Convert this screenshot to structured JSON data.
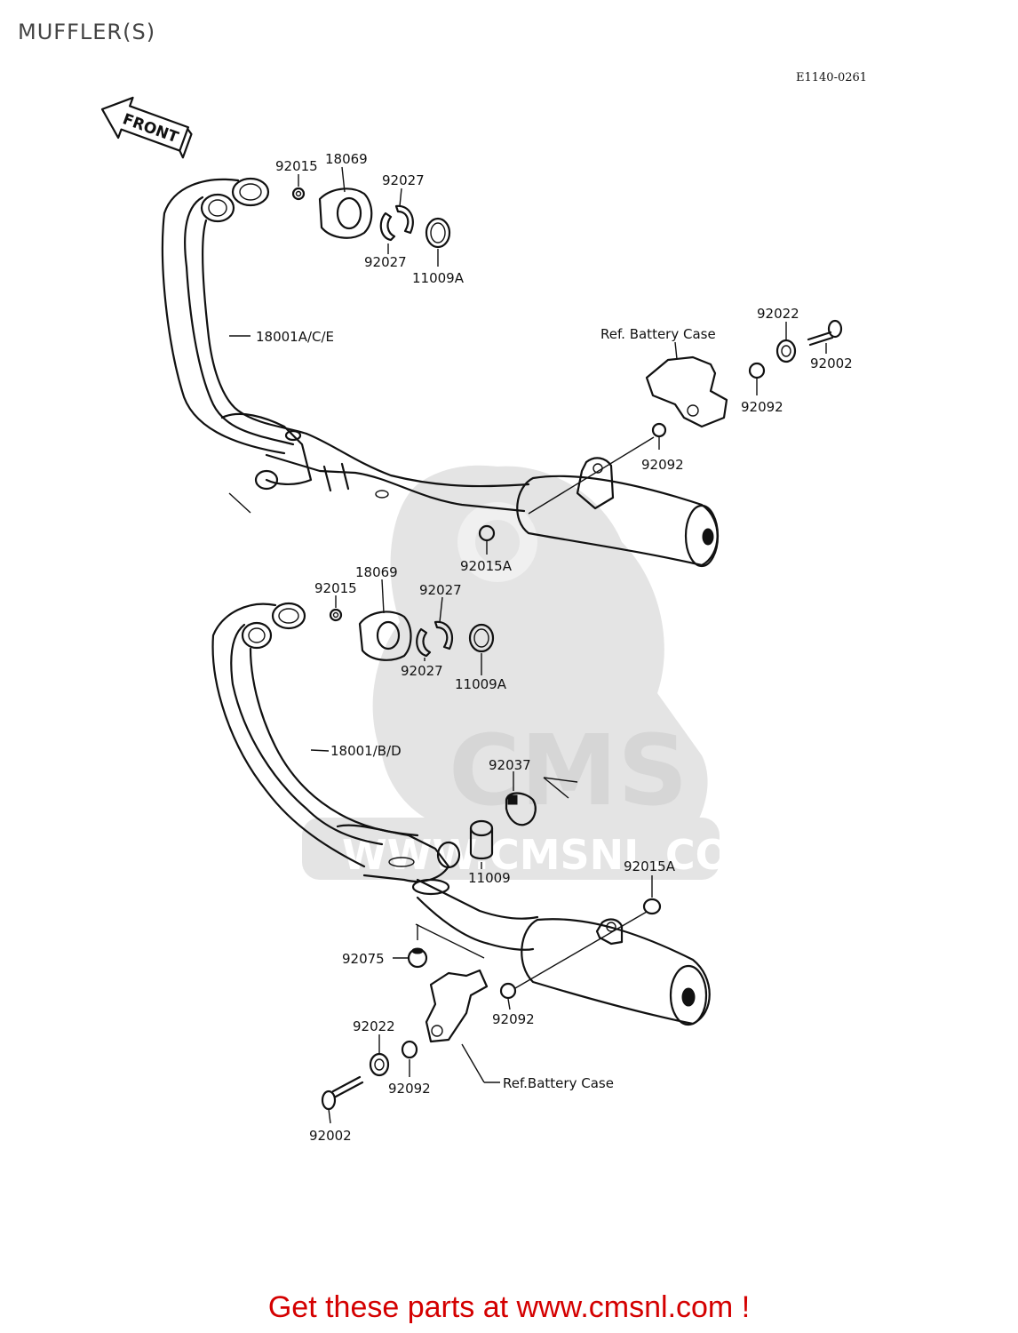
{
  "title": "MUFFLER(S)",
  "diagram_code": "E1140-0261",
  "front_label": "FRONT",
  "watermark": {
    "logo": "CMS",
    "url": "WWW.CMSNL.COM"
  },
  "upper": {
    "labels": {
      "p92015": "92015",
      "p18069": "18069",
      "p92027a": "92027",
      "p92027b": "92027",
      "p11009A": "11009A",
      "p18001": "18001A/C/E",
      "refBattery": "Ref. Battery Case",
      "p92022": "92022",
      "p92002": "92002",
      "p92092a": "92092",
      "p92092b": "92092",
      "p92015A": "92015A"
    }
  },
  "lower": {
    "labels": {
      "p92015": "92015",
      "p18069": "18069",
      "p92027a": "92027",
      "p92027b": "92027",
      "p11009A": "11009A",
      "p18001": "18001/B/D",
      "p92037": "92037",
      "p11009": "11009",
      "p92015A": "92015A",
      "p92075": "92075",
      "p92092a": "92092",
      "p92022": "92022",
      "p92092b": "92092",
      "refBattery": "Ref.Battery Case",
      "p92002": "92002"
    }
  },
  "footer": "Get these parts at www.cmsnl.com !"
}
